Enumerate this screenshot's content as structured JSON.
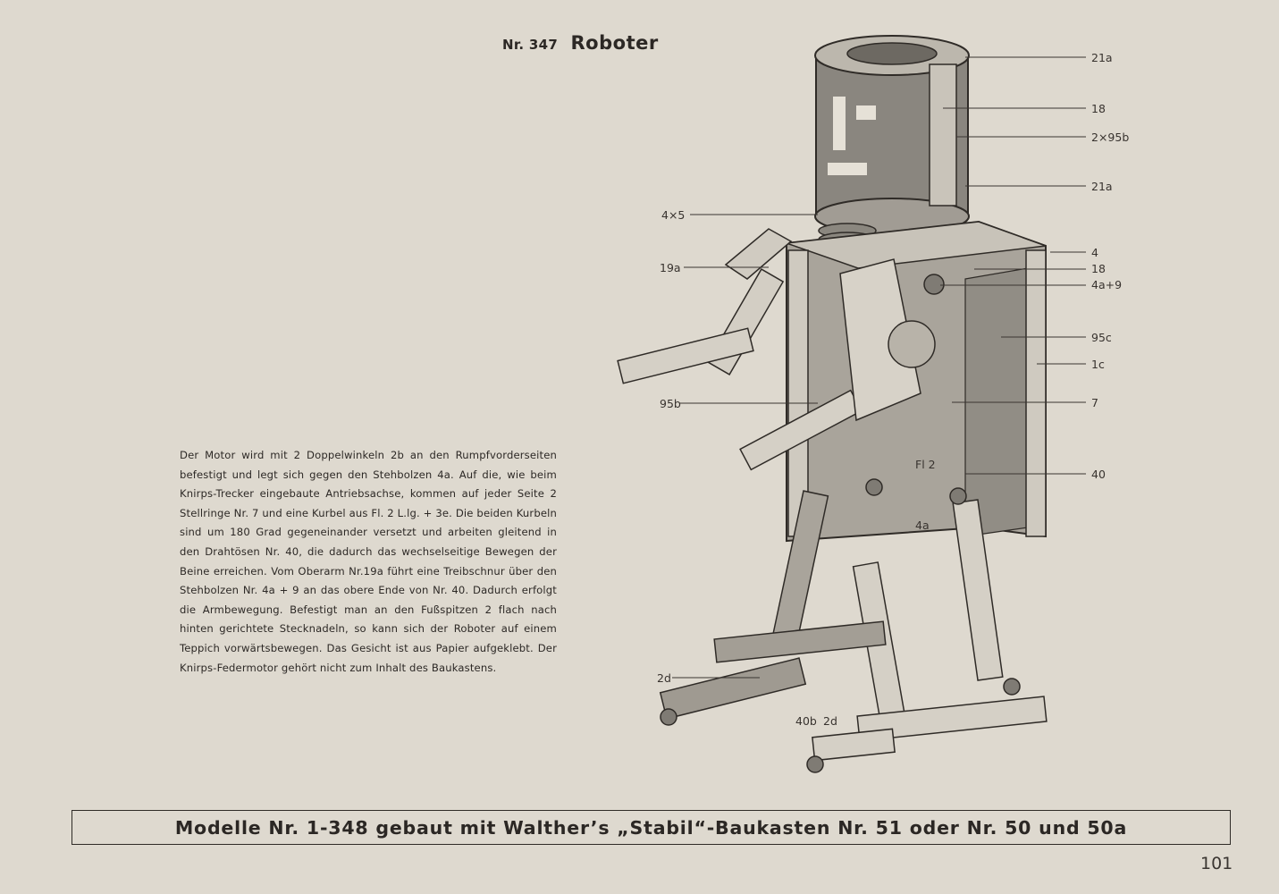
{
  "page": {
    "model_number": "Nr. 347",
    "model_name": "Roboter",
    "description": "Der Motor wird mit 2 Doppelwinkeln 2b an den Rumpfvorderseiten befestigt und legt sich gegen den Stehbolzen 4a. Auf die, wie beim Knirps-Trecker eingebaute Antriebsachse, kommen auf jeder Seite 2 Stellringe Nr. 7 und eine Kurbel aus Fl. 2 L.lg. + 3e. Die beiden Kurbeln sind um 180 Grad gegeneinander versetzt und arbeiten gleitend in den Drahtösen Nr. 40, die dadurch das wechselseitige Bewegen der Beine erreichen. Vom Oberarm Nr.19a führt eine Treibschnur über den Stehbolzen Nr. 4a + 9 an das obere Ende von Nr. 40. Dadurch erfolgt die Armbewegung. Befestigt man an den Fußspitzen 2 flach nach hinten gerichtete Stecknadeln, so kann sich der Roboter auf einem Teppich vorwärtsbewegen. Das Gesicht ist aus Papier aufgeklebt. Der Knirps-Federmotor gehört nicht zum Inhalt des Baukastens.",
    "footer": "Modelle Nr. 1-348 gebaut mit Walther’s „Stabil“-Baukasten Nr. 51 oder Nr. 50 und 50a",
    "page_number": "101"
  },
  "parts_labels": {
    "right": [
      "21a",
      "18",
      "2×95b",
      "21a",
      "4",
      "18",
      "4a+9",
      "95c",
      "1c",
      "7",
      "40"
    ],
    "left": [
      "4×5",
      "19a",
      "95b",
      "2d"
    ],
    "inline": [
      "Fl 2",
      "4a",
      "40b",
      "2d"
    ]
  },
  "colors": {
    "paper": "#ded9cf",
    "ink": "#2b2724"
  }
}
